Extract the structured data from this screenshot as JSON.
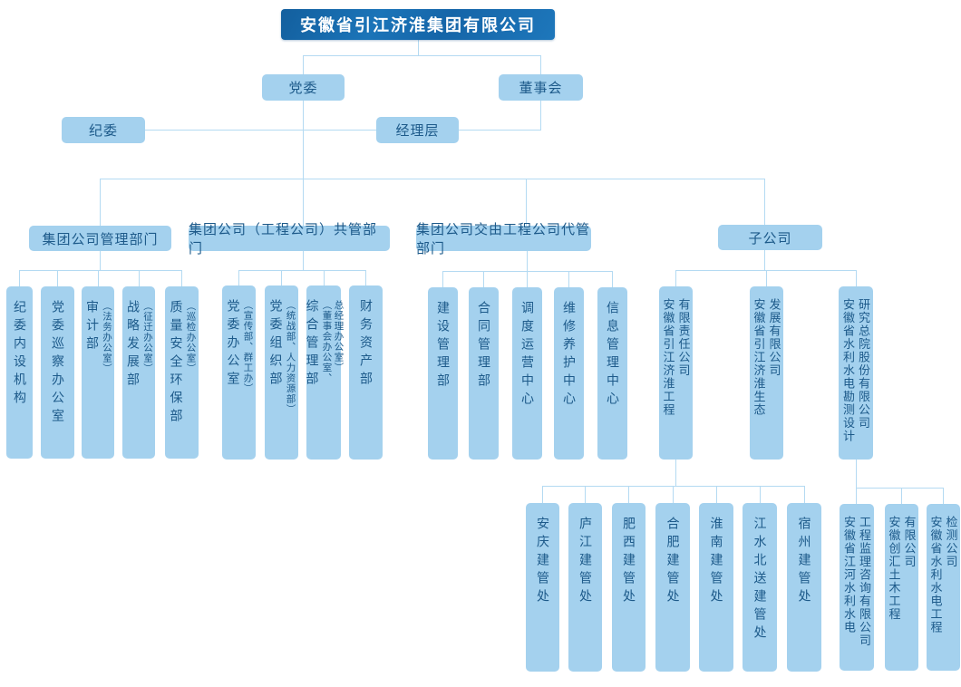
{
  "root_label": "安徽省引江济淮集团有限公司",
  "governance": {
    "party_committee": "党委",
    "board": "董事会",
    "discipline_committee": "纪委",
    "management_layer": "经理层"
  },
  "branches": [
    {
      "label": "集团公司管理部门",
      "children": [
        {
          "main": "纪委内设机构"
        },
        {
          "main": "党委巡察办公室"
        },
        {
          "main": "审计部",
          "sub": "（法务办公室）"
        },
        {
          "main": "战略发展部",
          "sub": "（征迁办公室）"
        },
        {
          "main": "质量安全环保部",
          "sub": "（巡检办公室）"
        }
      ]
    },
    {
      "label": "集团公司（工程公司）共管部门",
      "children": [
        {
          "main": "党委办公室",
          "sub": "（宣传部、群工办）"
        },
        {
          "main": "党委组织部",
          "sub": "（统战部、人力资源部）"
        },
        {
          "main": "综合管理部",
          "sub": "（董事会办公室、\n总经理办公室）"
        },
        {
          "main": "财务资产部"
        }
      ]
    },
    {
      "label": "集团公司交由工程公司代管部门",
      "children": [
        {
          "main": "建设管理部"
        },
        {
          "main": "合同管理部"
        },
        {
          "main": "调度运营中心"
        },
        {
          "main": "维修养护中心"
        },
        {
          "main": "信息管理中心"
        }
      ]
    },
    {
      "label": "子公司",
      "children": [
        {
          "main": "安徽省引江济淮工程\n有限责任公司"
        },
        {
          "main": "安徽省引江济淮生态\n发展有限公司"
        },
        {
          "main": "安徽省水利水电勘测设计\n研究总院股份有限公司"
        }
      ]
    }
  ],
  "construction_offices": [
    "安庆建管处",
    "庐江建管处",
    "肥西建管处",
    "合肥建管处",
    "淮南建管处",
    "江水北送建管处",
    "宿州建管处"
  ],
  "survey_children": [
    "安徽省江河水利水电\n工程监理咨询有限公司",
    "安徽创汇土木工程\n有限公司",
    "安徽省水利水电工程\n检测公司"
  ],
  "colors": {
    "root_fill": "#1668aa",
    "node_fill": "#a4d1ee",
    "node_text": "#1d5a8a",
    "line": "#b4daf2"
  }
}
